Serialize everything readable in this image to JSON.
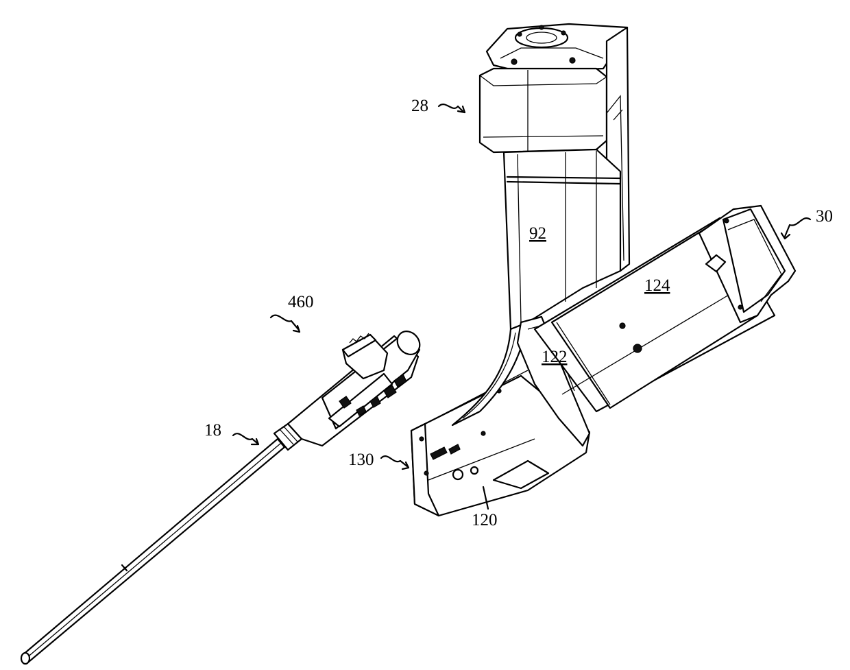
{
  "figure": {
    "labels": {
      "ref_28": "28",
      "ref_30": "30",
      "ref_92": "92",
      "ref_124": "124",
      "ref_122": "122",
      "ref_460": "460",
      "ref_18": "18",
      "ref_130": "130",
      "ref_120": "120"
    },
    "colors": {
      "line": "#000000",
      "background": "#ffffff"
    }
  }
}
